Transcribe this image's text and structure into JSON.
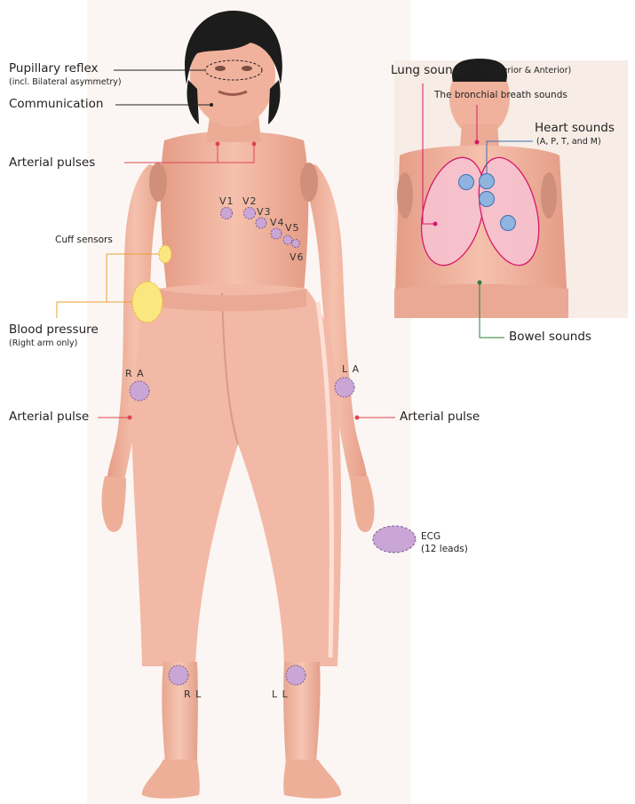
{
  "labels": {
    "pupillary_reflex": "Pupillary reflex",
    "pupillary_sub": "(incl. Bilateral asymmetry)",
    "communication": "Communication",
    "arterial_pulses": "Arterial pulses",
    "cuff_sensors": "Cuff sensors",
    "blood_pressure": "Blood pressure",
    "blood_pressure_sub": "(Right arm only)",
    "arterial_pulse_right": "Arterial pulse",
    "arterial_pulse_left": "Arterial pulse",
    "lung_sounds": "Lung sounds",
    "lung_sounds_sub": "(Posterior & Anterior)",
    "bronchial": "The bronchial breath sounds",
    "heart_sounds": "Heart sounds",
    "heart_sounds_sub": "(A, P, T, and M)",
    "bowel_sounds": "Bowel sounds",
    "ecg": "ECG",
    "ecg_sub": "(12 leads)"
  },
  "ecg_leads": {
    "v1": "V1",
    "v2": "V2",
    "v3": "V3",
    "v4": "V4",
    "v5": "V5",
    "v6": "V6",
    "ra": "R A",
    "la": "L A",
    "rl": "R L",
    "ll": "L L"
  },
  "colors": {
    "skin": "#f1b7a3",
    "skin_shade": "#dd9580",
    "pants": "#f2b9a6",
    "hair": "#1c1c1c",
    "ecg_fill": "#c9a6d6",
    "ecg_stroke": "#7e5b93",
    "cuff_fill": "#fbe780",
    "cuff_stroke": "#e8b030",
    "pulse_line": "#e0454f",
    "lung_stroke": "#d6186a",
    "lung_fill": "#f6c2cf",
    "heart_fill": "#8fb4df",
    "heart_stroke": "#3d6fb3",
    "bowel_line": "#2e7d3a",
    "cuff_line": "#e8a030"
  }
}
